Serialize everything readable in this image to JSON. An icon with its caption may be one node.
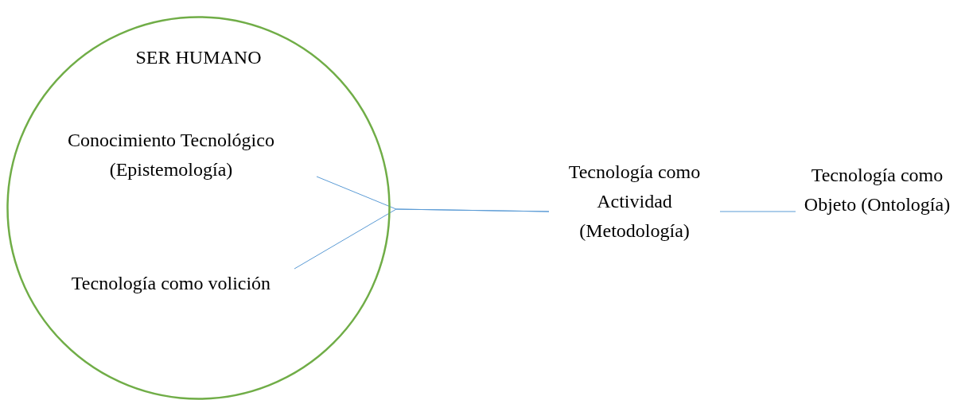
{
  "diagram": {
    "nodes": [
      {
        "text": [
          "SER HUMANO"
        ]
      },
      {
        "text": [
          "Conocimiento Tecnológico (Epistemología)"
        ],
        "in": 0
      },
      {
        "text": [
          "Tecnología como volición"
        ],
        "in": 0
      },
      {
        "text": [
          "Tecnología como Actividad (Metodología)"
        ]
      },
      {
        "text": [
          "Tecnología como Objeto (Ontología)"
        ]
      }
    ],
    "edges": [
      {
        "from": 1,
        "to": 3,
        "arrow": "none"
      },
      {
        "from": 2,
        "to": 3,
        "arrow": "none"
      },
      {
        "from": 3,
        "to": 4,
        "arrow": "none"
      }
    ]
  }
}
